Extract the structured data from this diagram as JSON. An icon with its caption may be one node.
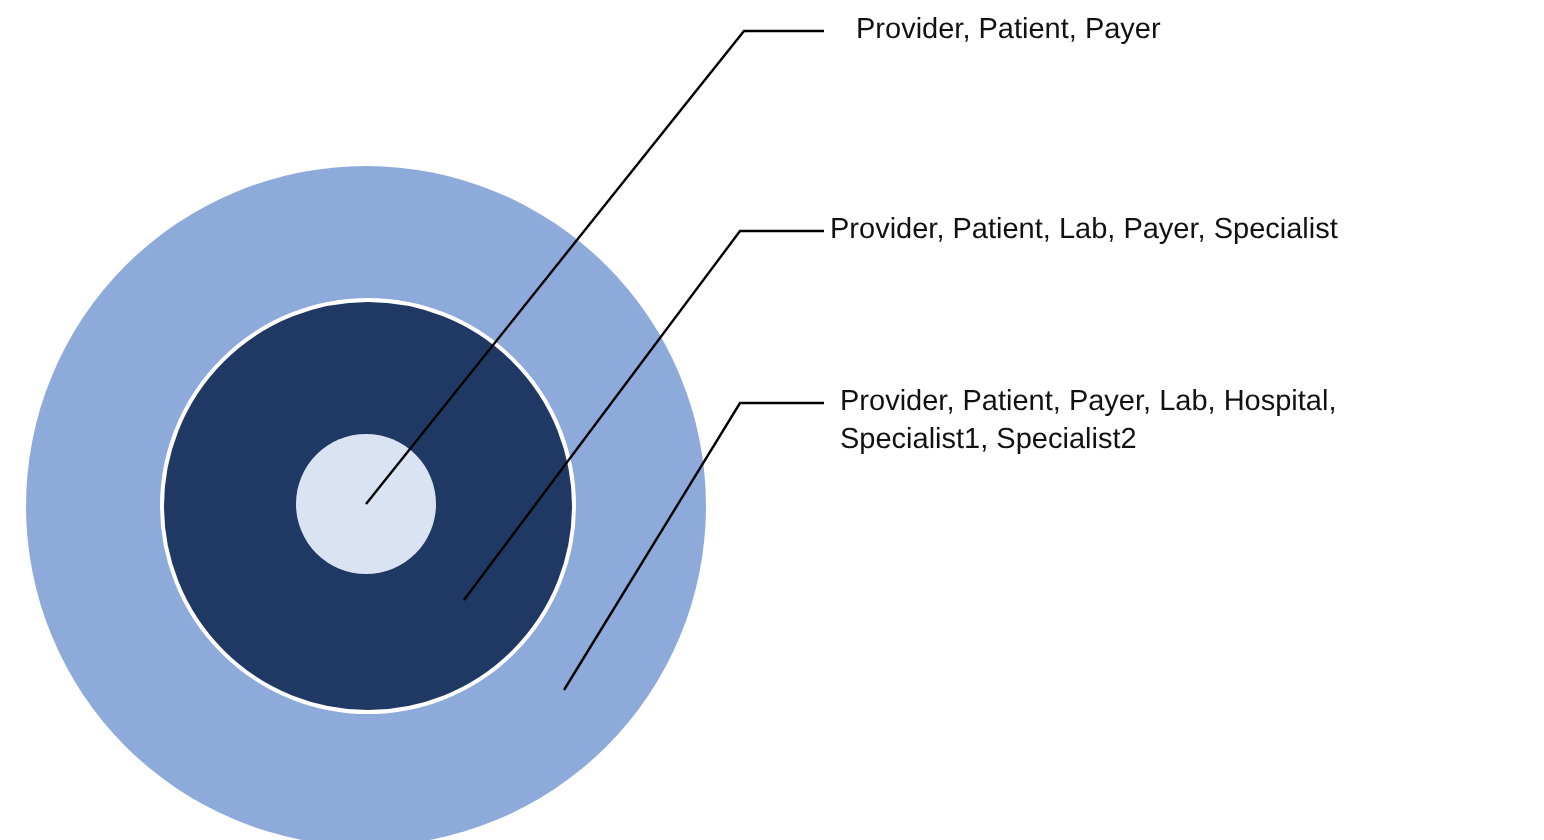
{
  "diagram": {
    "nodes": [
      {
        "text": [],
        "shape": "circle"
      },
      {
        "text": [],
        "shape": "circle",
        "in": 0
      },
      {
        "text": [],
        "shape": "circle",
        "in": 1
      },
      {
        "text": [
          "Provider, Patient, Payer"
        ]
      },
      {
        "text": [
          "Provider, Patient, Lab, Payer, Specialist"
        ]
      },
      {
        "text": [
          "Provider, Patient, Payer, Lab, Hospital, Specialist1, Specialist2"
        ]
      }
    ],
    "edges": [
      {
        "from": 3,
        "to": 2,
        "arrow": "none"
      },
      {
        "from": 4,
        "to": 1,
        "arrow": "none"
      },
      {
        "from": 5,
        "to": 0,
        "arrow": "none"
      }
    ]
  }
}
